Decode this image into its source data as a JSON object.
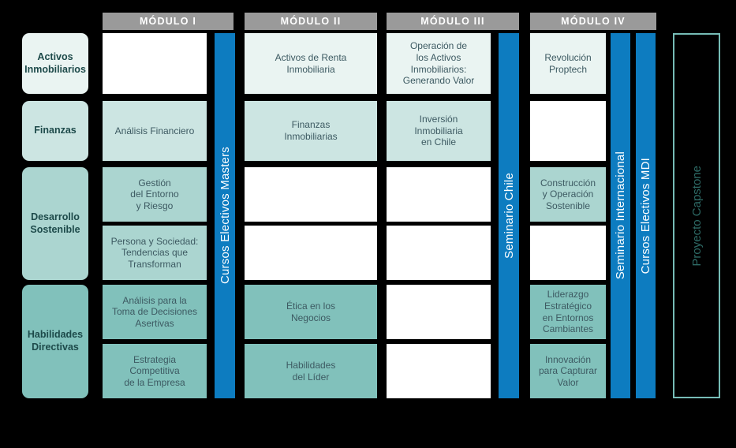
{
  "palette": {
    "background": "#000000",
    "header_gray": "#9a9a9a",
    "header_text": "#ffffff",
    "tint_row1": "#eaf4f2",
    "tint_row2": "#cce5e2",
    "tint_row3": "#abd5d0",
    "tint_row4": "#81c1bb",
    "cell_white": "#ffffff",
    "bar_blue": "#0d7cc0",
    "bar_text": "#ffffff",
    "capstone_border": "#76bcb6",
    "capstone_text": "#2e6b66",
    "cell_text": "#3d5a62",
    "area_text": "#1d4a4a"
  },
  "module_headers": [
    {
      "label": "MÓDULO I"
    },
    {
      "label": "MÓDULO II"
    },
    {
      "label": "MÓDULO III"
    },
    {
      "label": "MÓDULO IV"
    }
  ],
  "areas": [
    {
      "label": "Activos\nInmobiliarios",
      "tint": "#eaf4f2"
    },
    {
      "label": "Finanzas",
      "tint": "#cce5e2"
    },
    {
      "label": "Desarrollo\nSostenible",
      "tint": "#abd5d0"
    },
    {
      "label": "Habilidades\nDirectivas",
      "tint": "#81c1bb"
    }
  ],
  "grid": {
    "module1": [
      {
        "label": "",
        "filled": false
      },
      {
        "label": "Análisis Financiero",
        "filled": true
      },
      {
        "label": "Gestión\ndel Entorno\ny Riesgo",
        "filled": true
      },
      {
        "label": "Persona y Sociedad:\nTendencias que\nTransforman",
        "filled": true
      },
      {
        "label": "Análisis para la\nToma de Decisiones\nAsertivas",
        "filled": true
      },
      {
        "label": "Estrategia\nCompetitiva\nde la Empresa",
        "filled": true
      }
    ],
    "module2": [
      {
        "label": "Activos de Renta\nInmobiliaria",
        "filled": true
      },
      {
        "label": "Finanzas\nInmobiliarias",
        "filled": true
      },
      {
        "label": "",
        "filled": false
      },
      {
        "label": "",
        "filled": false
      },
      {
        "label": "Ética en los\nNegocios",
        "filled": true
      },
      {
        "label": "Habilidades\ndel Líder",
        "filled": true
      }
    ],
    "module3": [
      {
        "label": "Operación de\nlos Activos\nInmobiliarios:\nGenerando Valor",
        "filled": true
      },
      {
        "label": "Inversión\nInmobiliaria\nen Chile",
        "filled": true
      },
      {
        "label": "",
        "filled": false
      },
      {
        "label": "",
        "filled": false
      },
      {
        "label": "",
        "filled": false
      },
      {
        "label": "",
        "filled": false
      }
    ],
    "module4": [
      {
        "label": "Revolución\nProptech",
        "filled": true
      },
      {
        "label": "",
        "filled": false
      },
      {
        "label": "Construcción\ny Operación\nSostenible",
        "filled": true
      },
      {
        "label": "",
        "filled": false
      },
      {
        "label": "Liderazgo\nEstratégico\nen Entornos\nCambiantes",
        "filled": true
      },
      {
        "label": "Innovación\npara Capturar\nValor",
        "filled": true
      }
    ]
  },
  "vertical_bars": [
    {
      "label": "Cursos Electivos Masters"
    },
    {
      "label": "Seminario Chile"
    },
    {
      "label": "Seminario Internacional"
    },
    {
      "label": "Cursos Electivos MDI"
    }
  ],
  "capstone": {
    "label": "Proyecto Capstone"
  }
}
